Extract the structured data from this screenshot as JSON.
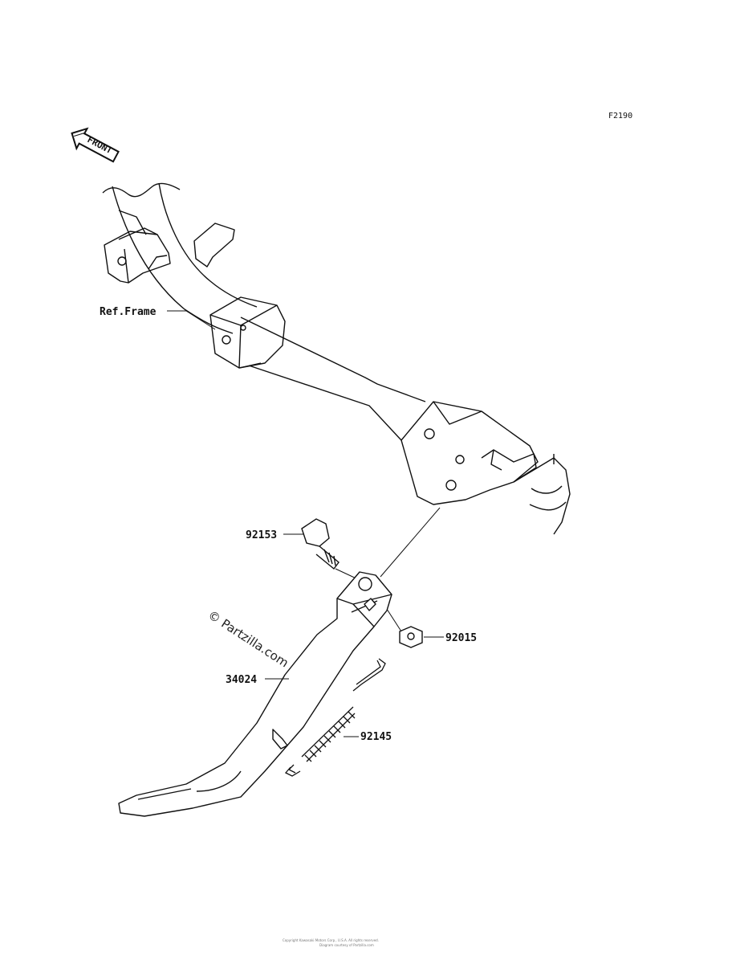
{
  "figure": {
    "code": "F2190",
    "front_label": "FRONT",
    "watermark": "© Partzilla.com",
    "footer_line1": "Copyright Kawasaki Motors Corp., U.S.A. All rights reserved.",
    "footer_line2": "Diagram courtesy of Partzilla.com"
  },
  "callouts": {
    "ref_frame": "Ref.Frame",
    "bolt": "92153",
    "nut": "92015",
    "stand": "34024",
    "spring": "92145"
  },
  "colors": {
    "line": "#111111",
    "background": "#ffffff"
  }
}
